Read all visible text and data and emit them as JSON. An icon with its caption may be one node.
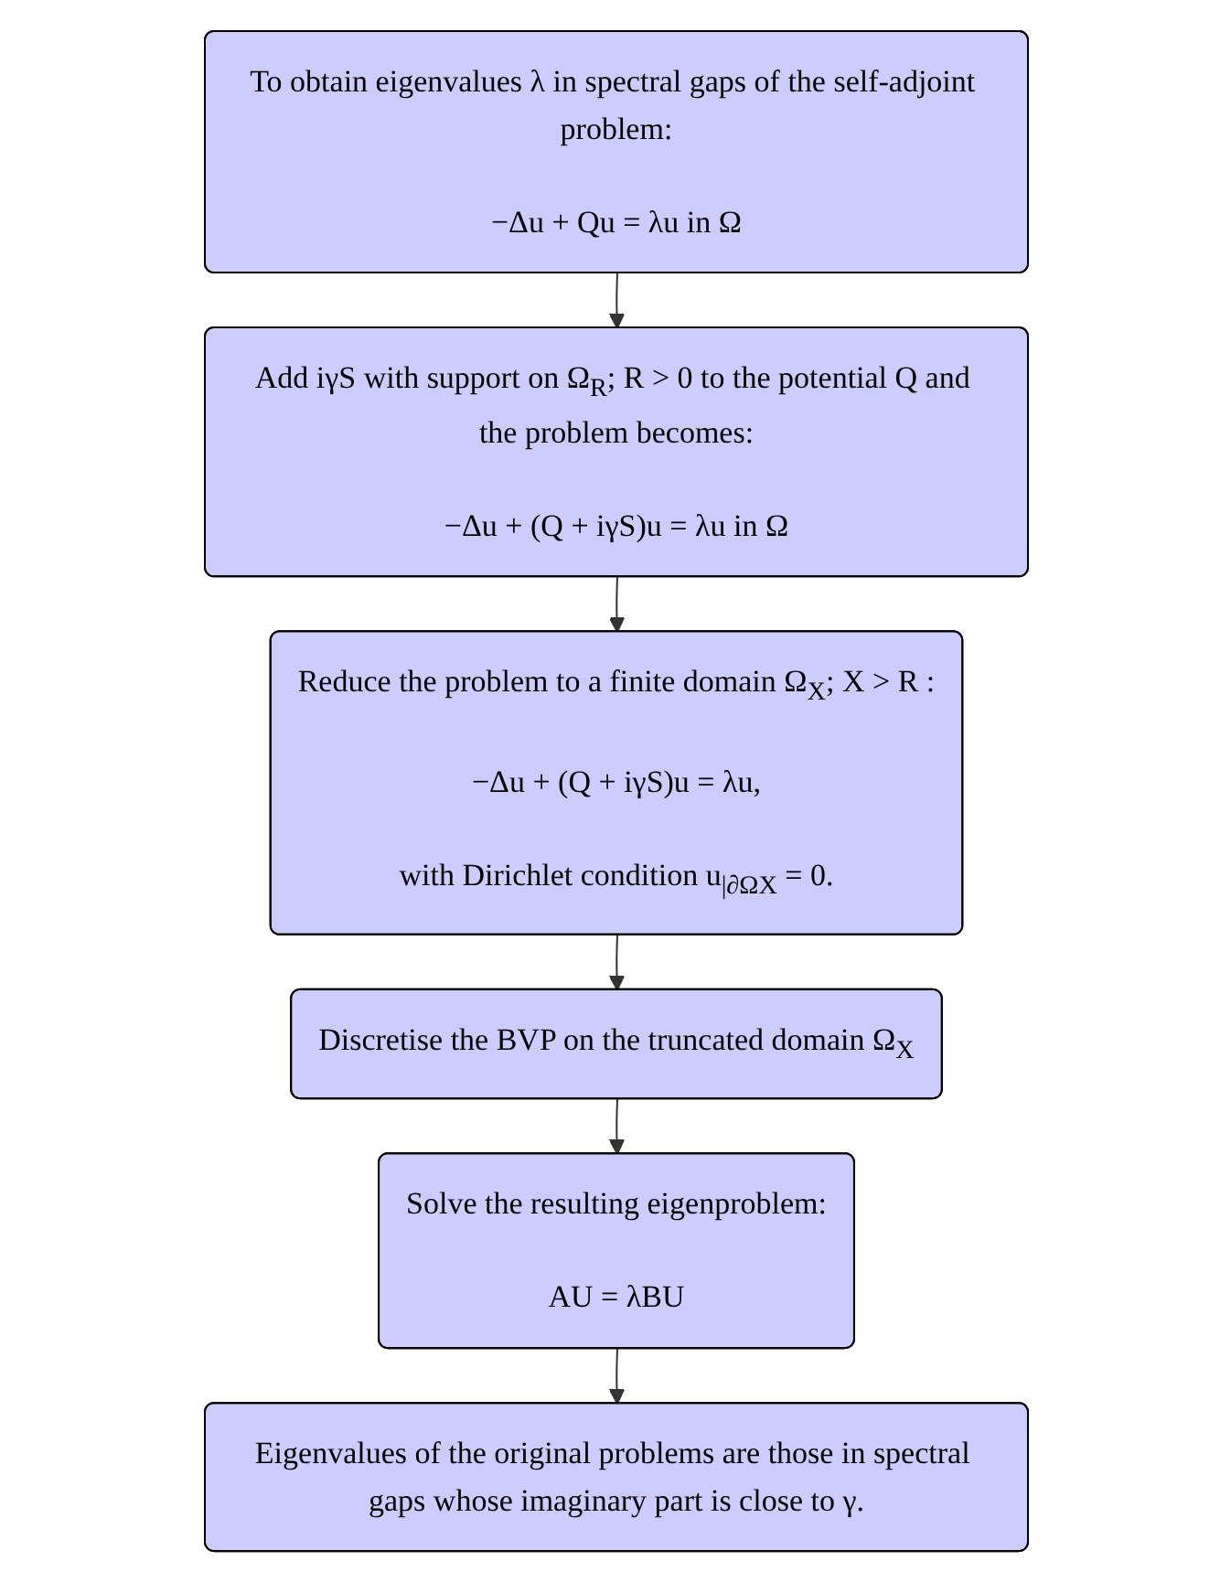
{
  "diagram": {
    "nodes": [
      {
        "text": [
          "To obtain eigenvalues λ in spectral gaps of the self-adjoint problem:",
          "−Δu + Qu = λu in Ω"
        ]
      },
      {
        "text": [
          "Add iγS with support on Ω$_{R}$; R > 0 to the potential Q and the problem becomes:",
          "−Δu + (Q + iγS)u = λu in Ω"
        ]
      },
      {
        "text": [
          "Reduce the problem to a finite domain Ω$_{X}$; X > R :",
          "−Δu + (Q + iγS)u = λu,",
          "with Dirichlet condition u$_{|∂ΩX}$ = 0."
        ]
      },
      {
        "text": [
          "Discretise the BVP on the truncated domain Ω$_{X}$"
        ]
      },
      {
        "text": [
          "Solve the resulting eigenproblem:",
          "AU = λBU"
        ]
      },
      {
        "text": [
          "Eigenvalues of the original problems are those in spectral gaps whose imaginary part is close to γ."
        ]
      }
    ],
    "edges": [
      {
        "from": 0,
        "to": 1,
        "arrow": "to"
      },
      {
        "from": 1,
        "to": 2,
        "arrow": "to"
      },
      {
        "from": 2,
        "to": 3,
        "arrow": "to"
      },
      {
        "from": 3,
        "to": 4,
        "arrow": "to"
      },
      {
        "from": 4,
        "to": 5,
        "arrow": "to"
      }
    ]
  }
}
